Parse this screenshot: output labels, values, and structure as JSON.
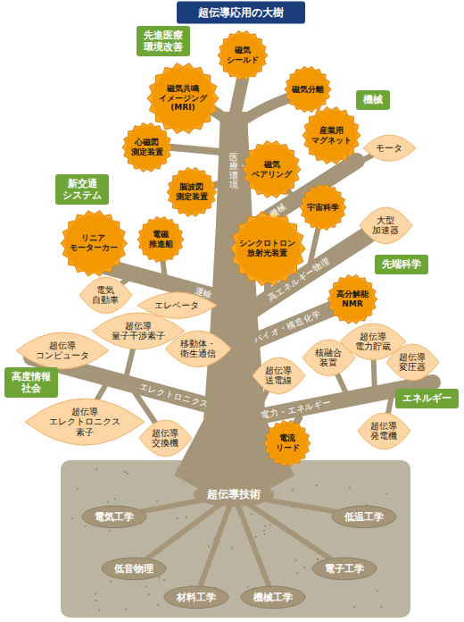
{
  "diagram": {
    "title": "超伝導応用の大樹",
    "nodes": [
      {
        "text": [
          "先進医療 環境改善"
        ]
      },
      {
        "text": [
          "磁気 シールド"
        ]
      },
      {
        "text": [
          "磁気共鳴 イメージング (MRI)"
        ]
      },
      {
        "text": [
          "磁気分離"
        ]
      },
      {
        "text": [
          "機械"
        ]
      },
      {
        "text": [
          "心磁図 測定装置"
        ]
      },
      {
        "text": [
          "産業用 マグネット"
        ]
      },
      {
        "text": [
          "モータ"
        ]
      },
      {
        "text": [
          "磁気 ベアリング"
        ]
      },
      {
        "text": [
          "新交通 システム"
        ]
      },
      {
        "text": [
          "脳波図 測定装置"
        ]
      },
      {
        "text": [
          "宇宙科学"
        ]
      },
      {
        "text": [
          "大型 加速器"
        ]
      },
      {
        "text": [
          "リニア モーターカー"
        ]
      },
      {
        "text": [
          "電磁 推進船"
        ]
      },
      {
        "text": [
          "シンクロトロン 放射光装置"
        ]
      },
      {
        "text": [
          "先端科学"
        ]
      },
      {
        "text": [
          "電気 自動車"
        ]
      },
      {
        "text": [
          "エレベータ"
        ]
      },
      {
        "text": [
          "高分解能 NMR"
        ]
      },
      {
        "text": [
          "超伝導 量子干渉素子"
        ]
      },
      {
        "text": [
          "超伝導 コンピュータ"
        ]
      },
      {
        "text": [
          "移動体・ 衛生通信"
        ]
      },
      {
        "text": [
          "超伝導 電力貯蔵"
        ]
      },
      {
        "text": [
          "核融合 装置"
        ]
      },
      {
        "text": [
          "超伝導 変圧器"
        ]
      },
      {
        "text": [
          "超伝導 送電線"
        ]
      },
      {
        "text": [
          "高度情報 社会"
        ]
      },
      {
        "text": [
          "エネルギー"
        ]
      },
      {
        "text": [
          "超伝導 エレクトロニクス 素子"
        ]
      },
      {
        "text": [
          "超伝導 発電機"
        ]
      },
      {
        "text": [
          "超伝導 交換機"
        ]
      },
      {
        "text": [
          "電流 リード"
        ]
      },
      {
        "text": [
          "超伝導技術"
        ]
      },
      {
        "text": [
          "電気工学"
        ]
      },
      {
        "text": [
          "低温工学"
        ]
      },
      {
        "text": [
          "低音物理"
        ]
      },
      {
        "text": [
          "電子工学"
        ]
      },
      {
        "text": [
          "材料工学"
        ]
      },
      {
        "text": [
          "機械工学"
        ]
      }
    ],
    "edges": [
      {
        "from": 33,
        "to": 34,
        "arrow": "none"
      },
      {
        "from": 33,
        "to": 35,
        "arrow": "none"
      },
      {
        "from": 33,
        "to": 36,
        "arrow": "none"
      },
      {
        "from": 33,
        "to": 37,
        "arrow": "none"
      },
      {
        "from": 33,
        "to": 38,
        "arrow": "none"
      },
      {
        "from": 33,
        "to": 39,
        "arrow": "none"
      }
    ],
    "labels": [
      "医療・環境",
      "機械",
      "高エネルギー物理",
      "バイオ・構造化学",
      "運輸",
      "エレクトロニクス",
      "電力・エネルギー"
    ]
  }
}
